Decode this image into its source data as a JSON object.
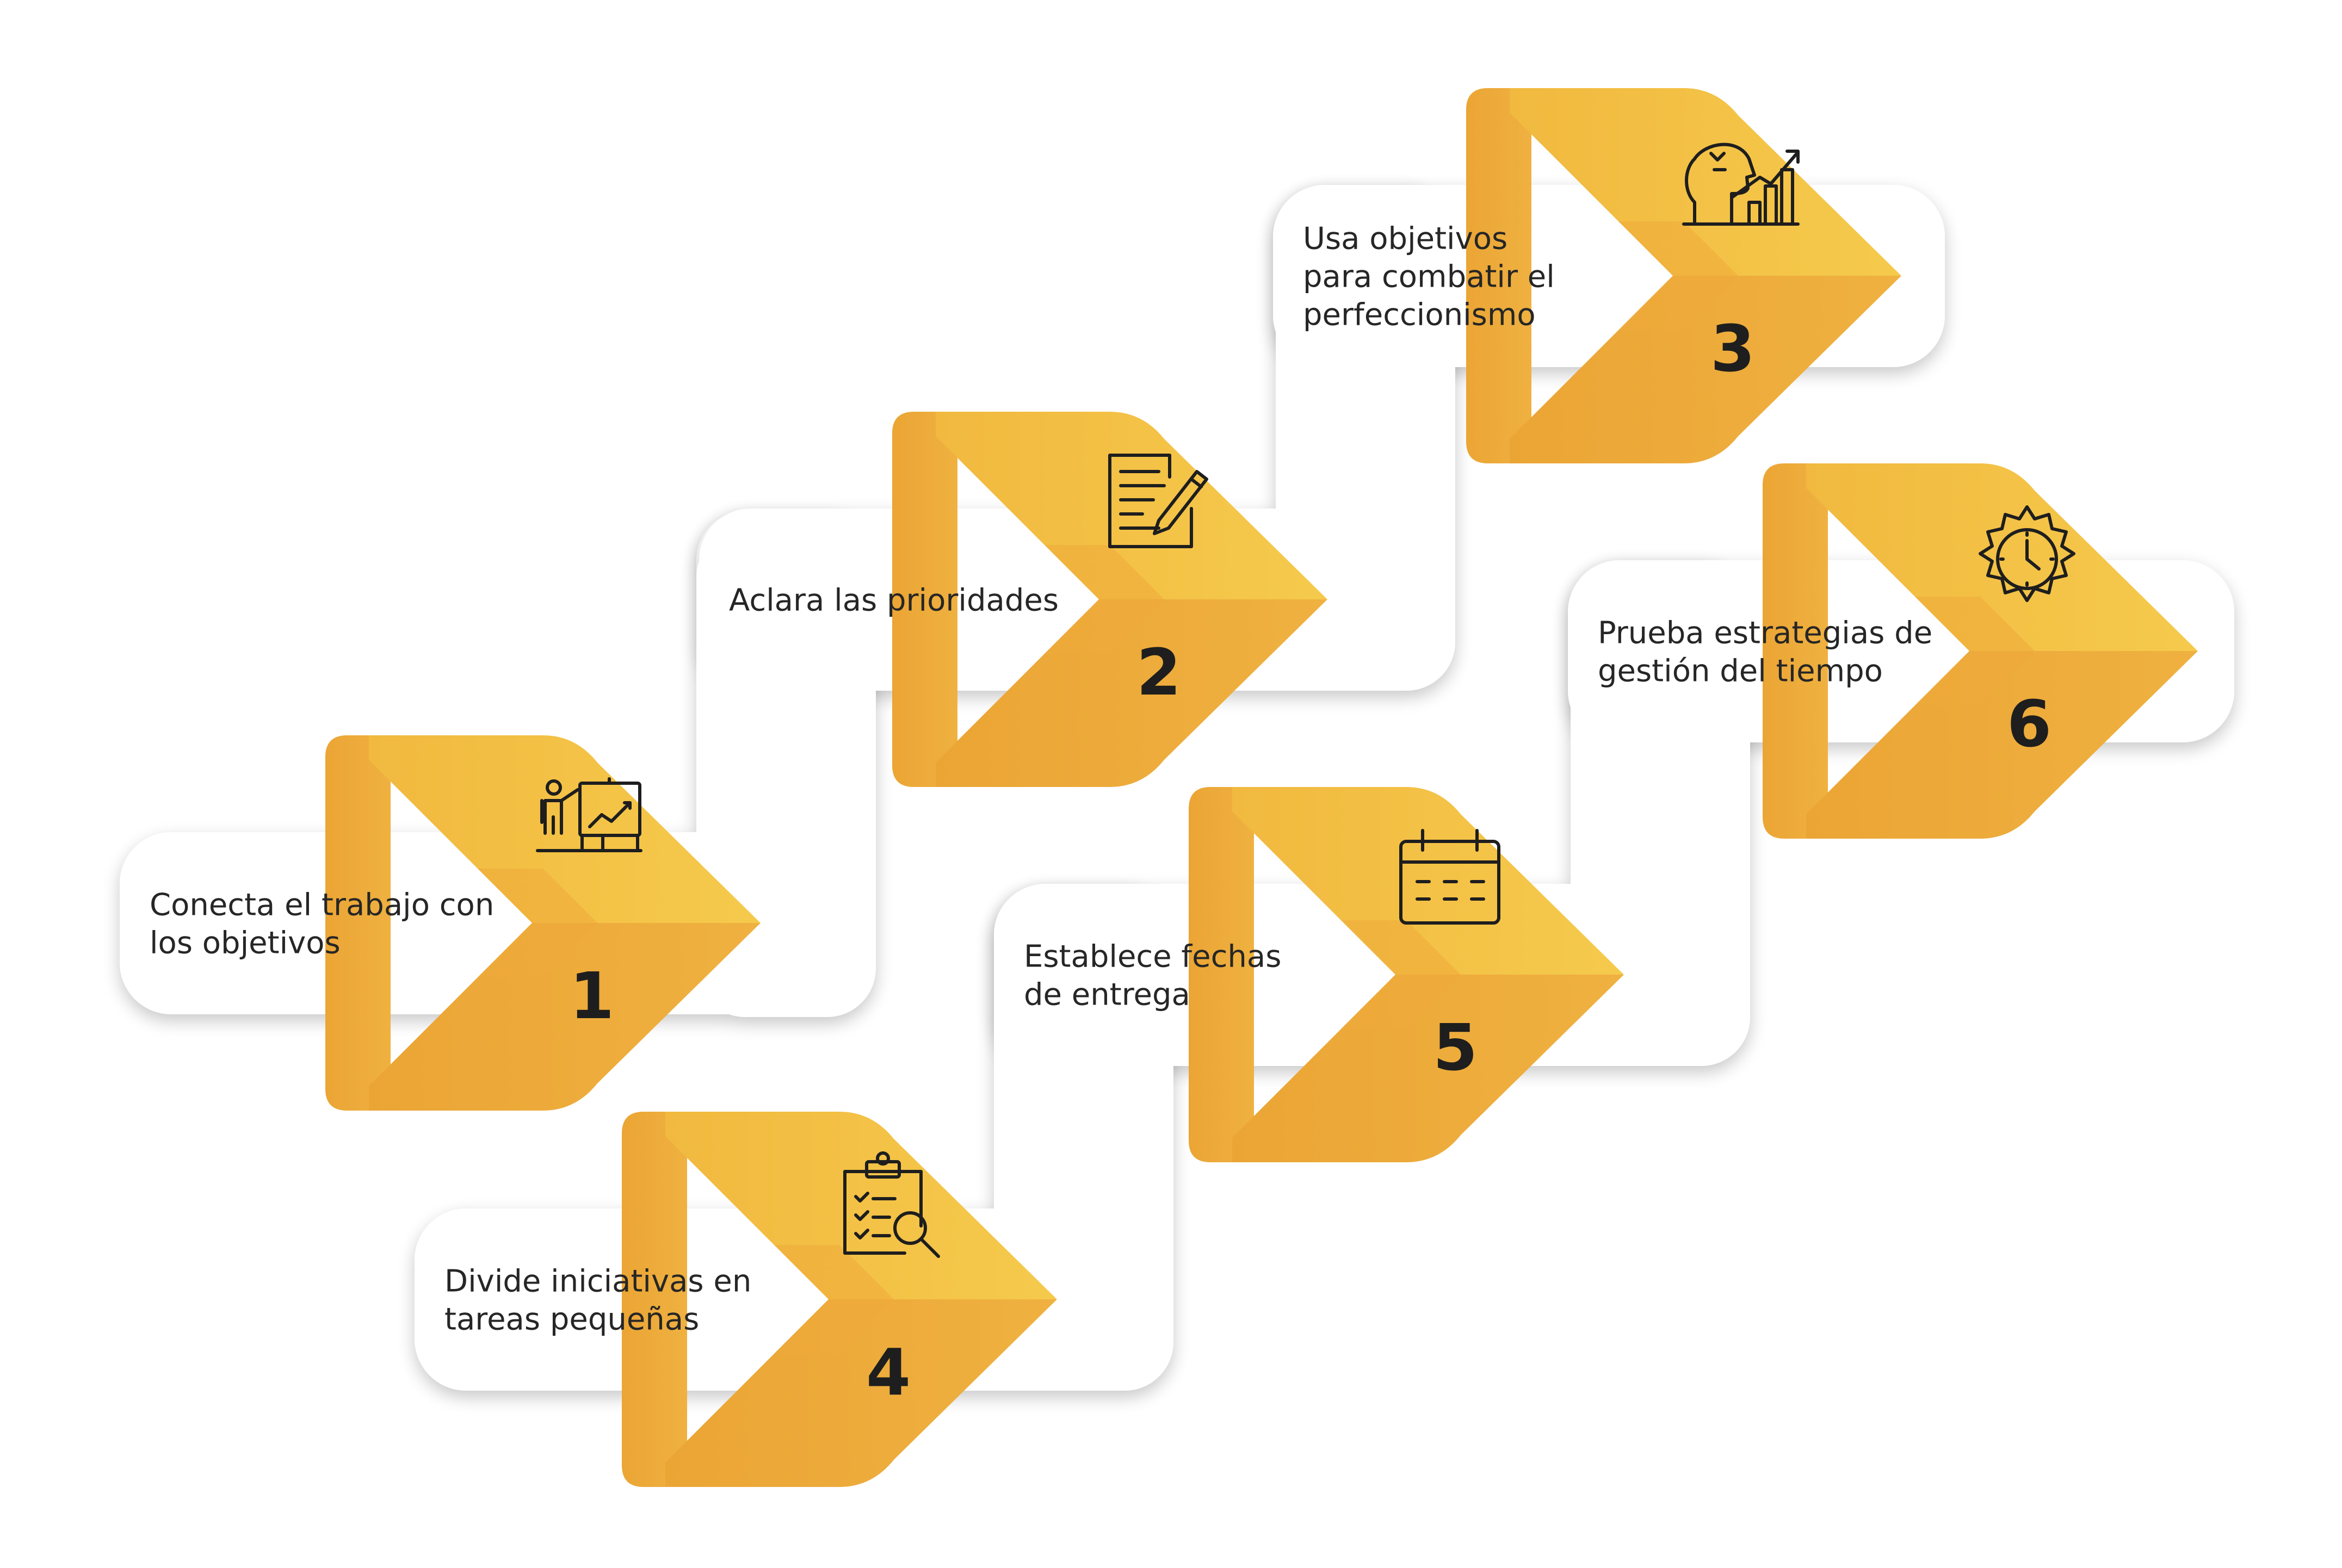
{
  "steps": [
    {
      "number": "1",
      "text_lines": [
        "Conecta el trabajo con",
        "los objetivos"
      ],
      "icon": "presentation-chart-icon"
    },
    {
      "number": "2",
      "text_lines": [
        "Aclara las prioridades"
      ],
      "icon": "document-pen-icon"
    },
    {
      "number": "3",
      "text_lines": [
        "Usa objetivos",
        "para combatir el",
        "perfeccionismo"
      ],
      "icon": "head-growth-chart-icon"
    },
    {
      "number": "4",
      "text_lines": [
        "Divide iniciativas en",
        "tareas pequeñas"
      ],
      "icon": "clipboard-search-icon"
    },
    {
      "number": "5",
      "text_lines": [
        "Establece fechas",
        "de entrega"
      ],
      "icon": "calendar-icon"
    },
    {
      "number": "6",
      "text_lines": [
        "Prueba estrategias de",
        "gestión del tiempo"
      ],
      "icon": "gear-clock-icon"
    }
  ],
  "colors": {
    "chevron_light": "#f3c445",
    "chevron_dark": "#eeaa3a",
    "card": "#ffffff",
    "text": "#262626"
  }
}
